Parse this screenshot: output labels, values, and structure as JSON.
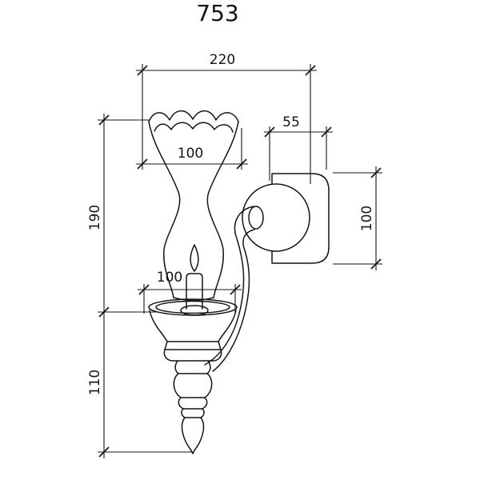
{
  "title": "753",
  "colors": {
    "line": "#141414",
    "background": "#ffffff"
  },
  "dimensions": {
    "top_width": "220",
    "plate_depth": "55",
    "glass_rim_width": "100",
    "upper_height": "190",
    "plate_height": "100",
    "cup_width": "100",
    "lower_height": "110"
  }
}
